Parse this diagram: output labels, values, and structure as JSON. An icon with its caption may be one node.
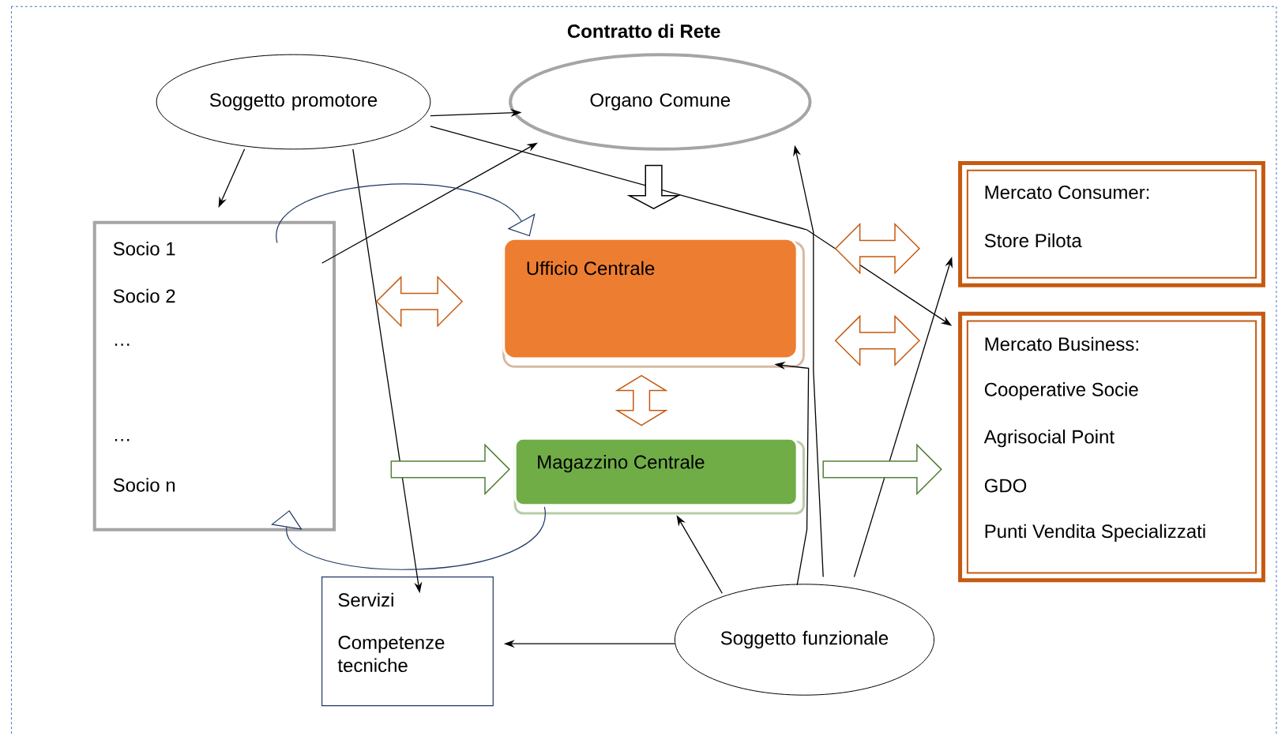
{
  "diagram": {
    "title": "Contratto di Rete",
    "nodes": [
      {
        "text": [
          "Soggetto promotore"
        ]
      },
      {
        "text": [
          "Organo Comune"
        ]
      },
      {
        "text": [
          "Socio 1",
          "Socio 2",
          "…",
          "…",
          "Socio n"
        ]
      },
      {
        "text": [
          "Ufficio Centrale"
        ]
      },
      {
        "text": [
          "Magazzino Centrale"
        ]
      },
      {
        "text": [
          "Mercato Consumer:",
          "Store Pilota"
        ]
      },
      {
        "text": [
          "Mercato Business:",
          "Cooperative Socie",
          "Agrisocial Point",
          "GDO",
          "Punti Vendita Specializzati"
        ]
      },
      {
        "text": [
          "Servizi",
          "Competenze tecniche"
        ]
      },
      {
        "text": [
          "Soggetto funzionale"
        ]
      }
    ],
    "edges": [
      {
        "from": 0,
        "to": 1,
        "arrow": "to"
      },
      {
        "from": 0,
        "to": 2,
        "arrow": "to"
      },
      {
        "from": 0,
        "to": 7,
        "arrow": "to"
      },
      {
        "from": 0,
        "to": 6,
        "arrow": "to"
      },
      {
        "from": 2,
        "to": 1,
        "arrow": "to"
      },
      {
        "from": 8,
        "to": 7,
        "arrow": "to"
      },
      {
        "from": 8,
        "to": 4,
        "arrow": "to"
      },
      {
        "from": 8,
        "to": 3,
        "arrow": "to"
      },
      {
        "from": 8,
        "to": 1,
        "arrow": "to"
      },
      {
        "from": 8,
        "to": 5,
        "arrow": "to"
      },
      {
        "from": 1,
        "to": 3,
        "arrow": "to",
        "style": "thick"
      },
      {
        "from": 2,
        "to": 3,
        "arrow": "both",
        "style": "thick",
        "color": "#c55a11"
      },
      {
        "from": 3,
        "to": 5,
        "arrow": "both",
        "style": "thick",
        "color": "#c55a11"
      },
      {
        "from": 3,
        "to": 6,
        "arrow": "both",
        "style": "thick",
        "color": "#c55a11"
      },
      {
        "from": 3,
        "to": 4,
        "arrow": "both",
        "style": "thick",
        "color": "#c55a11"
      },
      {
        "from": 2,
        "to": 4,
        "arrow": "to",
        "style": "thick",
        "color": "#538135"
      },
      {
        "from": 4,
        "to": 6,
        "arrow": "to",
        "style": "thick",
        "color": "#538135"
      },
      {
        "from": 2,
        "to": 3,
        "arrow": "to",
        "color": "#1f3864"
      },
      {
        "from": 4,
        "to": 2,
        "arrow": "to",
        "color": "#1f3864"
      }
    ]
  }
}
